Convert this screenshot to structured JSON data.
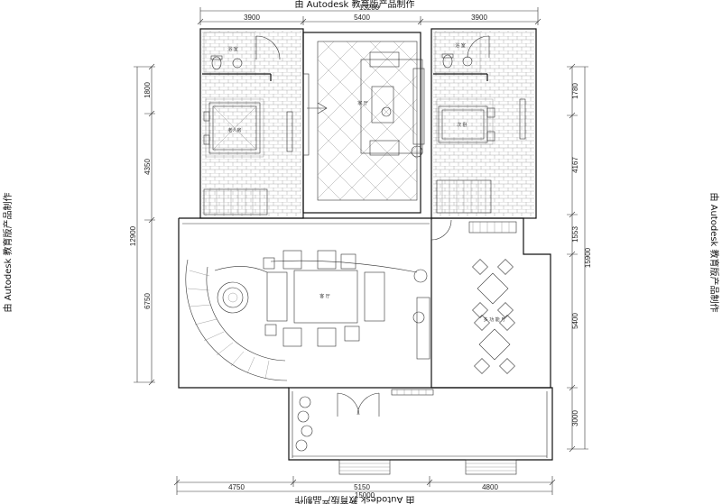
{
  "watermark": "由 Autodesk 教育版产品制作",
  "dimensions": {
    "top_total": "13200",
    "top": [
      "3900",
      "5400",
      "3900"
    ],
    "bottom_total": "15000",
    "bottom": [
      "4750",
      "5150",
      "4800"
    ],
    "left_total": "12900",
    "left": [
      "1800",
      "4350",
      "6750"
    ],
    "right_total": "15900",
    "right": [
      "1780",
      "4167",
      "1553",
      "5400",
      "3000"
    ]
  },
  "room_labels": {
    "bathroom_left": "浴 室",
    "bathroom_right": "浴 室",
    "bedroom_left": "老人房",
    "bedroom_right": "次 卧",
    "family_hall": "家 厅",
    "living_room": "客 厅",
    "dining_room": "多 功 能 厅"
  }
}
